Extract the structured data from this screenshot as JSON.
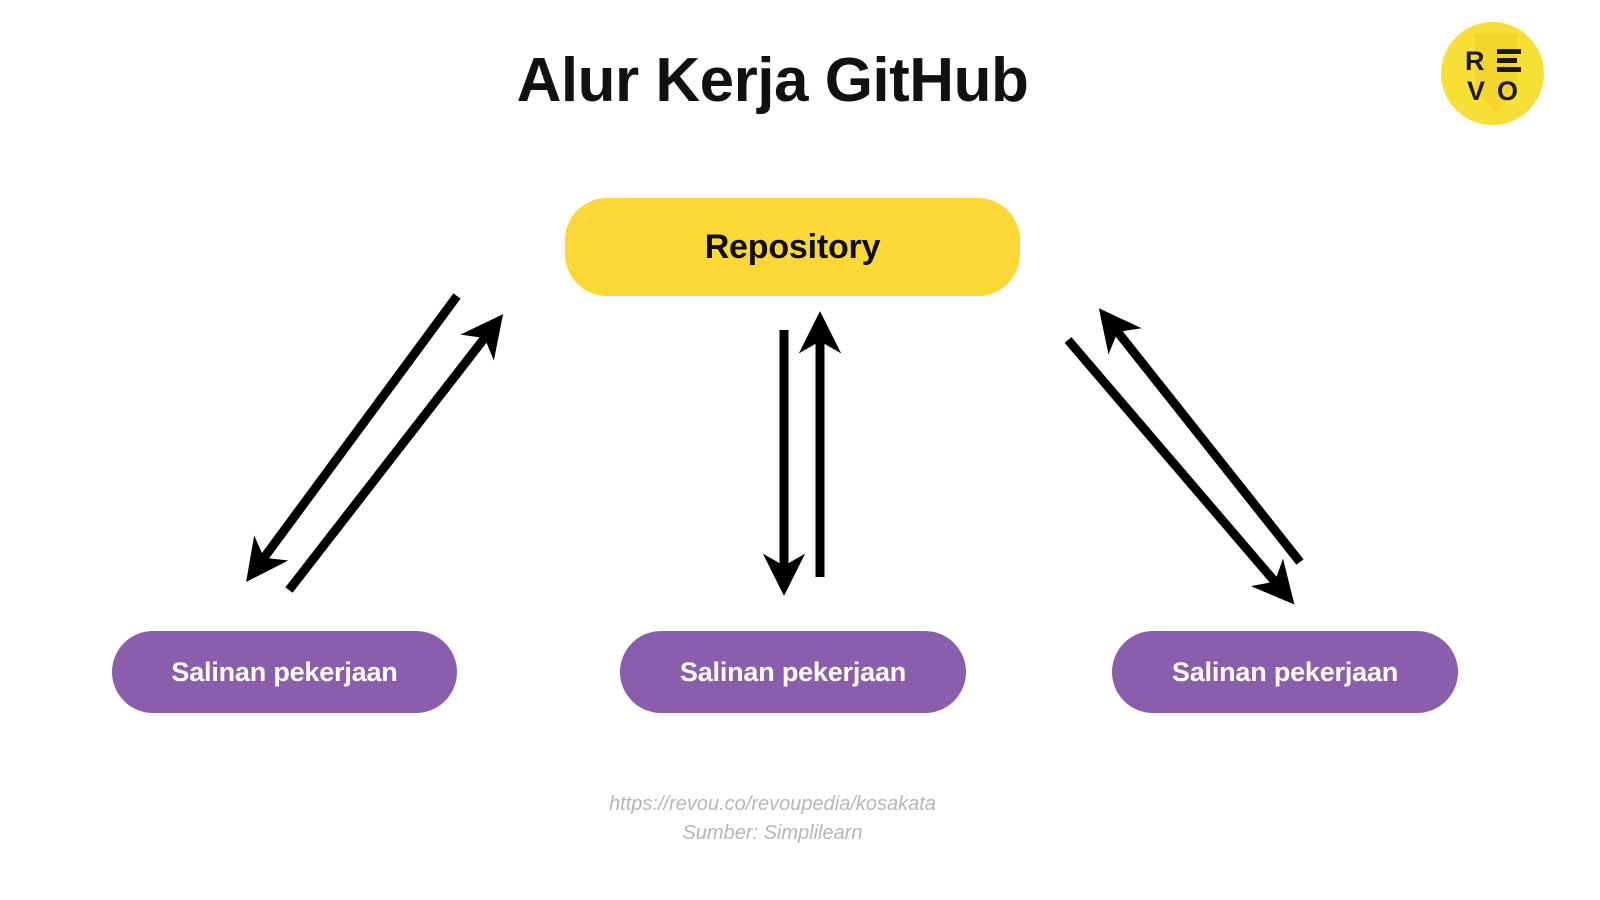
{
  "page": {
    "title": "Alur Kerja GitHub",
    "background_color": "#ffffff"
  },
  "logo": {
    "name": "revou-logo",
    "letters": [
      "R",
      "E",
      "V",
      "O"
    ],
    "circle_color": "#F7DF36",
    "letter_color": "#1a1a08"
  },
  "colors": {
    "repository_fill": "#FCD836",
    "repository_text": "#0d0d0d",
    "copy_fill": "#8B5EAD",
    "copy_text": "#ffffff",
    "arrow": "#000000",
    "footer_text": "#b6b6b6"
  },
  "diagram": {
    "type": "flow",
    "nodes": [
      {
        "id": "repository",
        "label": "Repository",
        "role": "central-repository"
      },
      {
        "id": "copy-left",
        "label": "Salinan pekerjaan",
        "role": "working-copy"
      },
      {
        "id": "copy-center",
        "label": "Salinan pekerjaan",
        "role": "working-copy"
      },
      {
        "id": "copy-right",
        "label": "Salinan pekerjaan",
        "role": "working-copy"
      }
    ],
    "edges": [
      {
        "from": "repository",
        "to": "copy-left",
        "direction": "down-left",
        "label": ""
      },
      {
        "from": "copy-left",
        "to": "repository",
        "direction": "up-right",
        "label": ""
      },
      {
        "from": "repository",
        "to": "copy-center",
        "direction": "down",
        "label": ""
      },
      {
        "from": "copy-center",
        "to": "repository",
        "direction": "up",
        "label": ""
      },
      {
        "from": "repository",
        "to": "copy-right",
        "direction": "down-right",
        "label": ""
      },
      {
        "from": "copy-right",
        "to": "repository",
        "direction": "up-left",
        "label": ""
      }
    ]
  },
  "footer": {
    "url": "https://revou.co/revoupedia/kosakata",
    "source": "Sumber: Simplilearn"
  }
}
